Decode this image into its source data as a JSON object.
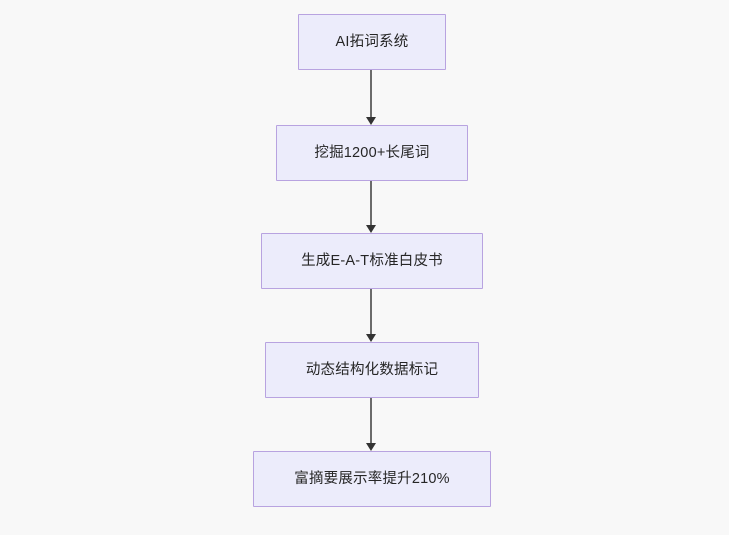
{
  "diagram": {
    "type": "flowchart",
    "direction": "top-to-bottom",
    "background_color": "#f8f8f8",
    "node_fill_color": "#ececfb",
    "node_border_color": "#b8a3e0",
    "node_text_color": "#262626",
    "edge_color": "#6b6b6b",
    "arrowhead_color": "#333333",
    "nodes": [
      {
        "id": "n1",
        "label": "AI拓词系统"
      },
      {
        "id": "n2",
        "label": "挖掘1200+长尾词"
      },
      {
        "id": "n3",
        "label": "生成E-A-T标准白皮书"
      },
      {
        "id": "n4",
        "label": "动态结构化数据标记"
      },
      {
        "id": "n5",
        "label": "富摘要展示率提升210%"
      }
    ],
    "edges": [
      {
        "from": "n1",
        "to": "n2",
        "label": ""
      },
      {
        "from": "n2",
        "to": "n3",
        "label": ""
      },
      {
        "from": "n3",
        "to": "n4",
        "label": ""
      },
      {
        "from": "n4",
        "to": "n5",
        "label": ""
      }
    ]
  }
}
